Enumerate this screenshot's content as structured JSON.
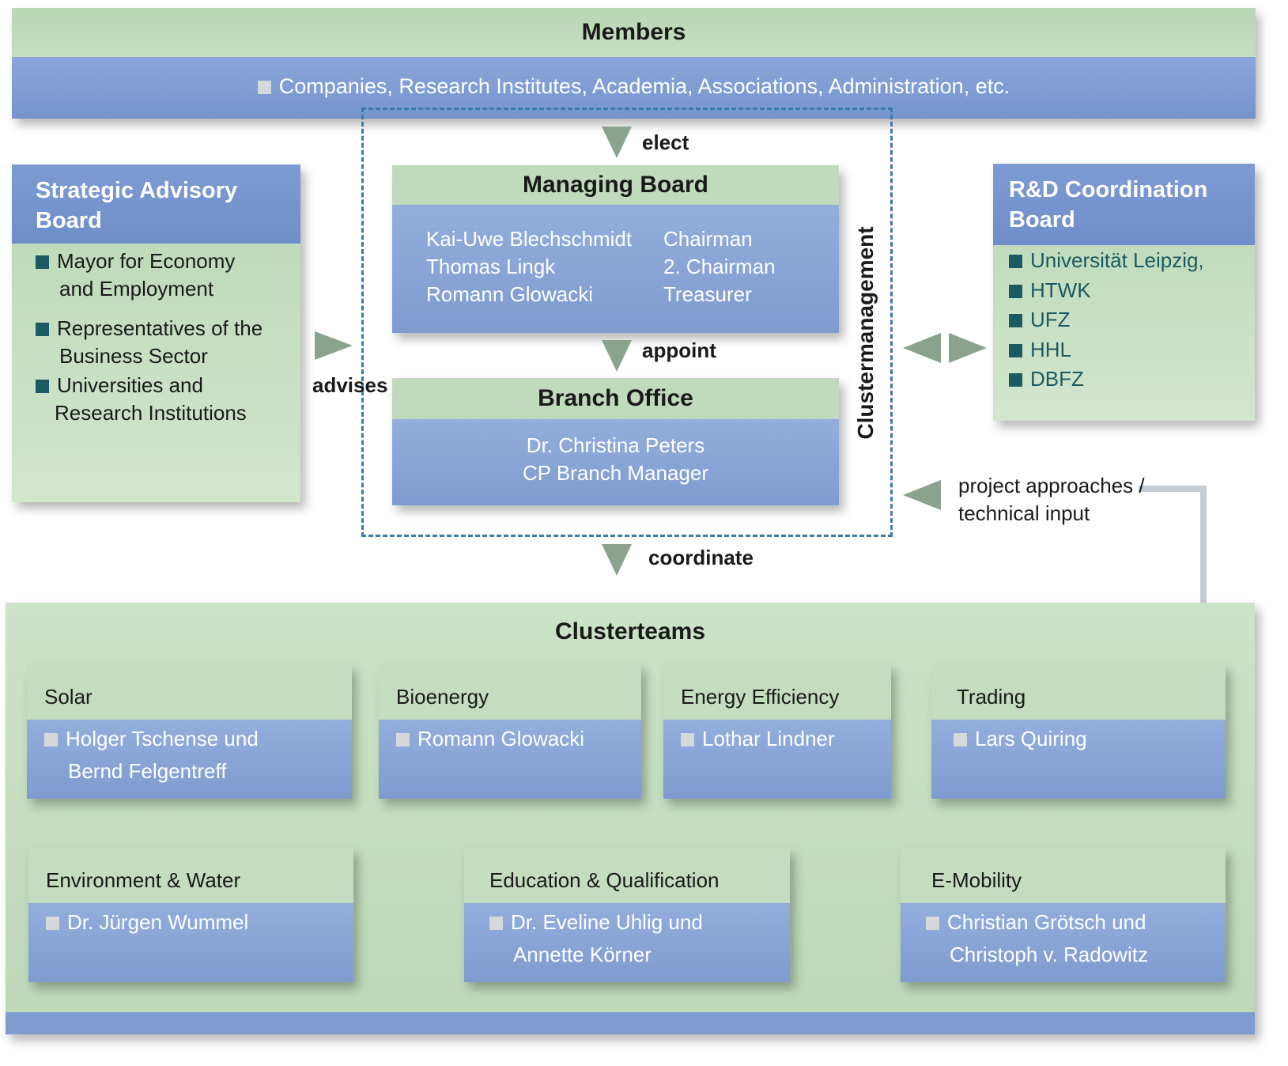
{
  "members": {
    "title": "Members",
    "item": "Companies, Research Institutes, Academia, Associations, Administration, etc."
  },
  "labels": {
    "elect": "elect",
    "appoint": "appoint",
    "advises": "advises",
    "coordinate": "coordinate",
    "clustermanagement": "Clustermanagement",
    "project_line1": "project approaches /",
    "project_line2": "technical input"
  },
  "strategic": {
    "title_line1": "Strategic Advisory",
    "title_line2": "Board",
    "items": [
      {
        "line1": "Mayor for Economy",
        "line2": "and Employment"
      },
      {
        "line1": "Representatives of the",
        "line2": "Business Sector"
      },
      {
        "line1": "Universities and",
        "line2": "Research Institutions"
      }
    ]
  },
  "managing": {
    "title": "Managing Board",
    "people": [
      {
        "name": "Kai-Uwe Blechschmidt",
        "role": "Chairman"
      },
      {
        "name": "Thomas Lingk",
        "role": "2. Chairman"
      },
      {
        "name": "Romann Glowacki",
        "role": "Treasurer"
      }
    ]
  },
  "branch": {
    "title": "Branch Office",
    "line1": "Dr. Christina Peters",
    "line2": "CP Branch Manager"
  },
  "rd": {
    "title_line1": "R&D Coordination",
    "title_line2": "Board",
    "items": [
      "Universität Leipzig,",
      "HTWK",
      "UFZ",
      "HHL",
      "DBFZ"
    ]
  },
  "clusterteams": {
    "title": "Clusterteams",
    "teams": [
      {
        "name": "Solar",
        "line1": "Holger Tschense und",
        "line2": "Bernd Felgentreff"
      },
      {
        "name": "Bioenergy",
        "line1": "Romann Glowacki",
        "line2": ""
      },
      {
        "name": "Energy Efficiency",
        "line1": "Lothar Lindner",
        "line2": ""
      },
      {
        "name": "Trading",
        "line1": "Lars Quiring",
        "line2": ""
      },
      {
        "name": "Environment & Water",
        "line1": "Dr. Jürgen Wummel",
        "line2": ""
      },
      {
        "name": "Education & Qualification",
        "line1": "Dr. Eveline Uhlig und",
        "line2": "Annette Körner"
      },
      {
        "name": "E-Mobility",
        "line1": "Christian Grötsch und",
        "line2": "Christoph v. Radowitz"
      }
    ]
  },
  "colors": {
    "green": "#c3ddbe",
    "blue": "#7f9bd0",
    "dark_teal": "#1c5a63",
    "arrow": "#8aa38e",
    "dash": "#3b7ca6"
  }
}
